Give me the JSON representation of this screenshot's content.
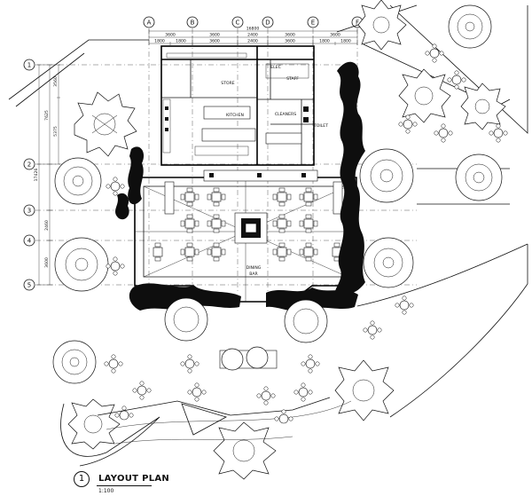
{
  "drawing": {
    "title": "LAYOUT PLAN",
    "number": "1",
    "scale": "1:100"
  },
  "grid": {
    "columns": [
      "A",
      "B",
      "C",
      "D",
      "E",
      "F"
    ],
    "rows": [
      "1",
      "2",
      "3",
      "4",
      "5"
    ]
  },
  "dimensions": {
    "overall": "16800",
    "top_row": [
      "3600",
      "3600",
      "2400",
      "3600",
      "3600"
    ],
    "second_row": [
      "1800",
      "1800",
      "3600",
      "2400",
      "3600",
      "1800",
      "1800"
    ],
    "side": [
      "3560",
      "7625",
      "5375",
      "17426",
      "2460",
      "3600"
    ]
  },
  "rooms": {
    "store": "STORE",
    "staff": "STAFF",
    "elec": "ELEC",
    "kitchen": "KITCHEN",
    "cleaners": "CLEANERS",
    "toilet": "TOILET",
    "dining": "DINING",
    "bar": "BAR"
  }
}
